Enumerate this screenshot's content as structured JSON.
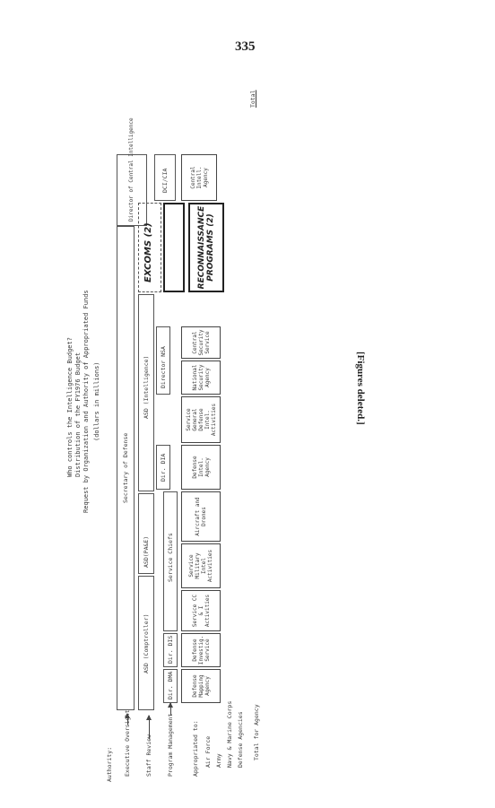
{
  "page": {
    "number": "335",
    "note": "[Figures deleted.]"
  },
  "chart": {
    "title_line1": "Who controls the Intelligence Budget?",
    "title_line2": "Distribution of the FY1976 Budget",
    "title_line3": "Request by Organization and Authority of Appropriated Funds",
    "units": "(dollars in millions)",
    "row_labels": {
      "authority": "Authority:",
      "executive_oversight": "Executive Oversight",
      "staff_review": "Staff Review",
      "program_management": "Program Management",
      "appropriated_to": "Appropriated to:",
      "air_force": "Air Force",
      "army": "Army",
      "navy_marine": "Navy & Marine Corps",
      "defense_agencies": "Defense Agencies",
      "total_for_agency": "Total for Agency",
      "total": "Total"
    },
    "oversight": {
      "secretary_of_defense": "Secretary of Defense",
      "director_central_intelligence": "Director of Central Intelligence"
    },
    "staff": {
      "asd_comptroller": "ASD (Comptroller)",
      "asd_intelligence": "ASD (Intelligence)",
      "asd_pae": "ASD(PA&E)",
      "excoms": "EXCOMS (2)"
    },
    "management": {
      "dir_dma": "Dir. DMA",
      "dir_dis": "Dir. DIS",
      "service_chiefs": "Service Chiefs",
      "dir_dia": "Dir. DIA",
      "director_nsa": "Director NSA",
      "dci_cia": "DCI/CIA"
    },
    "agencies": {
      "dma": "Defense Mapping Agency",
      "dis": "Defense Investig. Service",
      "service_cc": "Service CC & I Activities",
      "service_military": "Service Military Intel Activities",
      "aircraft_drones": "Aircraft and Drones",
      "dia": "Defense Intel. Agency",
      "service_general": "Service General Defense Intel. Activities",
      "nsa": "National Security Agency",
      "central_security": "Central Security Service",
      "recon": "RECONNAISSANCE PROGRAMS (2)",
      "cia": "Central Intell. Agency"
    }
  }
}
